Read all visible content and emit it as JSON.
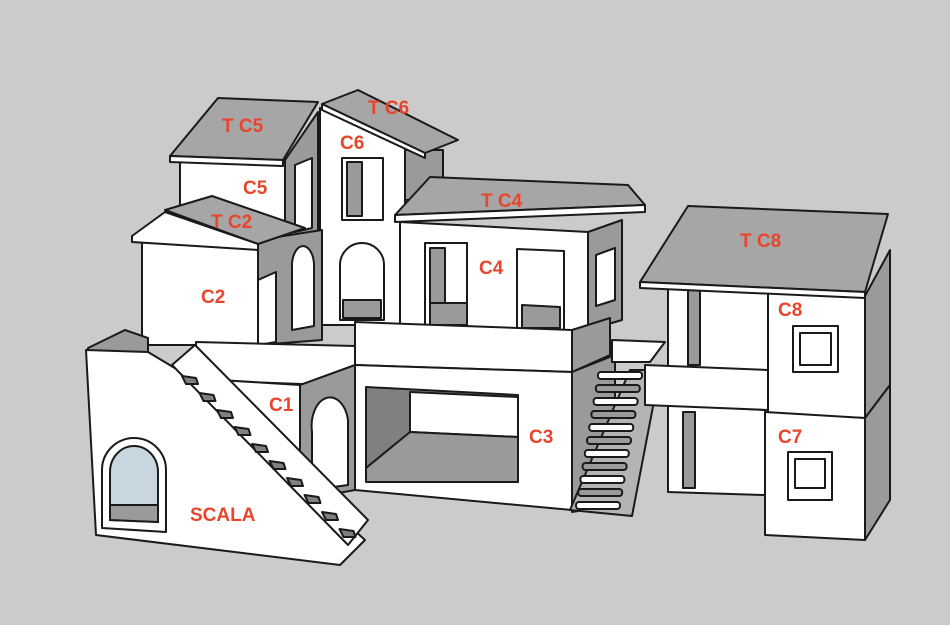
{
  "diagram": {
    "title": "3D house model with labeled modules",
    "colors": {
      "background": "#cbcbc9",
      "label": "#e8452c",
      "wall": "#ffffff",
      "shade": "#9a9a9a",
      "roof": "#a6a6a6"
    },
    "labels": {
      "tc5": "T C5",
      "tc6": "T C6",
      "c6": "C6",
      "c5": "C5",
      "tc2": "T C2",
      "tc4": "T C4",
      "tc8": "T C8",
      "c2": "C2",
      "c4": "C4",
      "c8": "C8",
      "c1": "C1",
      "c3": "C3",
      "c7": "C7",
      "scala": "SCALA"
    }
  }
}
